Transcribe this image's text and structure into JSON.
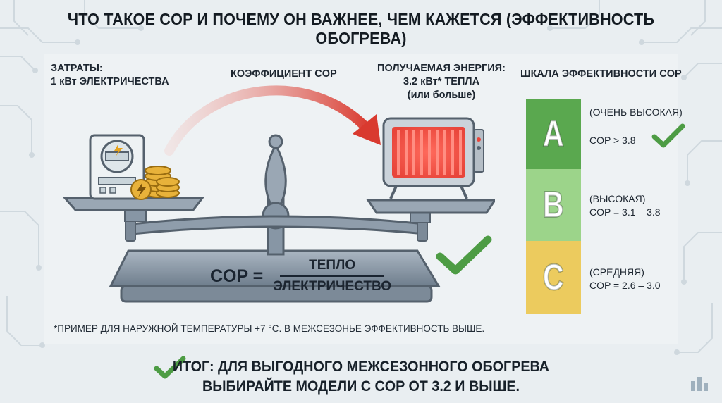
{
  "title": "ЧТО ТАКОЕ COP И ПОЧЕМУ ОН ВАЖНЕЕ, ЧЕМ КАЖЕТСЯ (ЭФФЕКТИВНОСТЬ ОБОГРЕВА)",
  "costs": {
    "line1": "ЗАТРАТЫ:",
    "line2": "1 кВт ЭЛЕКТРИЧЕСТВА"
  },
  "coefficient_label": "КОЭФФИЦИЕНТ COP",
  "received": {
    "line1": "ПОЛУЧАЕМАЯ ЭНЕРГИЯ:",
    "line2": "3.2 кВт* ТЕПЛА",
    "line3": "(или больше)"
  },
  "formula": {
    "lhs": "COP =",
    "numerator": "ТЕПЛО",
    "denominator": "ЭЛЕКТРИЧЕСТВО"
  },
  "efficiency_scale": {
    "title": "ШКАЛА ЭФФЕКТИВНОСТИ COP",
    "bands": [
      {
        "letter": "A",
        "level": "(ОЧЕНЬ ВЫСОКАЯ)",
        "range": "COP > 3.8",
        "color": "#5aa84f"
      },
      {
        "letter": "B",
        "level": "(ВЫСОКАЯ)",
        "range": "COP = 3.1 – 3.8",
        "color": "#9cd48a"
      },
      {
        "letter": "C",
        "level": "(СРЕДНЯЯ)",
        "range": "COP = 2.6 – 3.0",
        "color": "#eccb5e"
      }
    ]
  },
  "footnote": "*ПРИМЕР ДЛЯ НАРУЖНОЙ ТЕМПЕРАТУРЫ +7 °С. В МЕЖСЕЗОНЬЕ ЭФФЕКТИВНОСТЬ ВЫШЕ.",
  "conclusion": {
    "line1": "ИТОГ: ДЛЯ ВЫГОДНОГО МЕЖСЕЗОННОГО ОБОГРЕВА",
    "line2": "ВЫБИРАЙТЕ МОДЕЛИ С COP ОТ 3.2 И ВЫШЕ."
  },
  "icons": [
    "electric-meter-icon",
    "coins-icon",
    "lightning-icon",
    "heater-icon",
    "arrow-icon",
    "check-icon",
    "logo-icon"
  ],
  "colors": {
    "accent_green": "#5aa84f",
    "arrow_red": "#d93a2f",
    "scale_steel": "#8796a5"
  }
}
